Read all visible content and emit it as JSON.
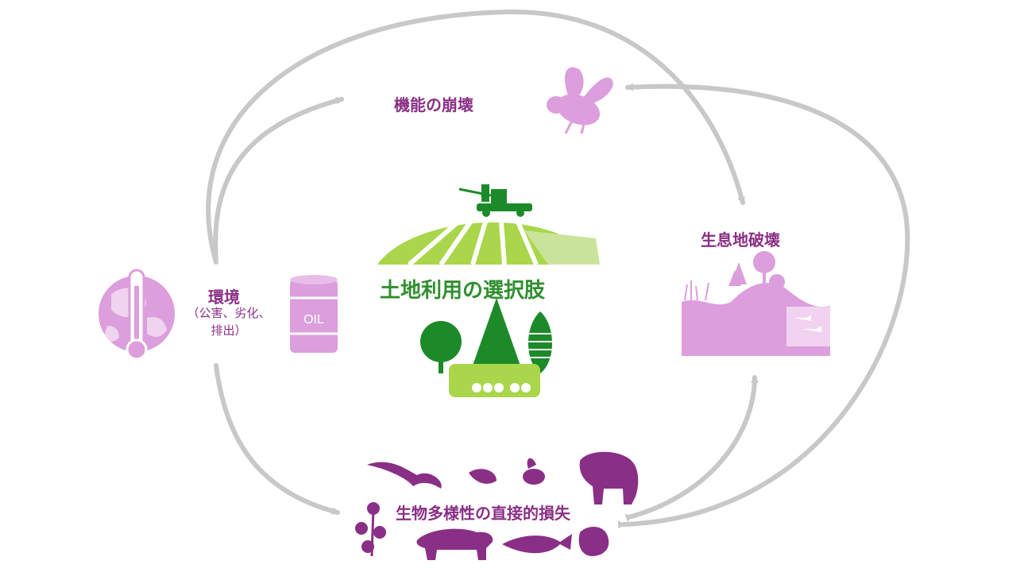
{
  "labels": {
    "collapse": "機能の崩壊",
    "habitat": "生息地破壊",
    "environment": "環境",
    "environment_sub_line1": "（公害、劣化、",
    "environment_sub_line2": "排出）",
    "biodiversity": "生物多様性の直接的損失",
    "center": "土地利用の選択肢",
    "oil_barrel_text": "OIL"
  },
  "colors": {
    "purple_dark": "#8a2f86",
    "purple_light": "#dc9edc",
    "green_dark": "#1d8a2a",
    "green_light": "#a9d64a",
    "arrow_gray": "#c8c8c8"
  },
  "icons": {
    "bee": "bee-icon",
    "globe": "globe-thermometer-icon",
    "oil": "oil-barrel-icon",
    "habitat": "habitat-landscape-icon",
    "harvester": "harvester-icon",
    "forest": "forest-icon",
    "animals": [
      "bird-icon",
      "shrimp-icon",
      "bee-small-icon",
      "elephant-icon",
      "flower-icon",
      "tiger-icon",
      "fish-icon",
      "frog-icon"
    ]
  }
}
